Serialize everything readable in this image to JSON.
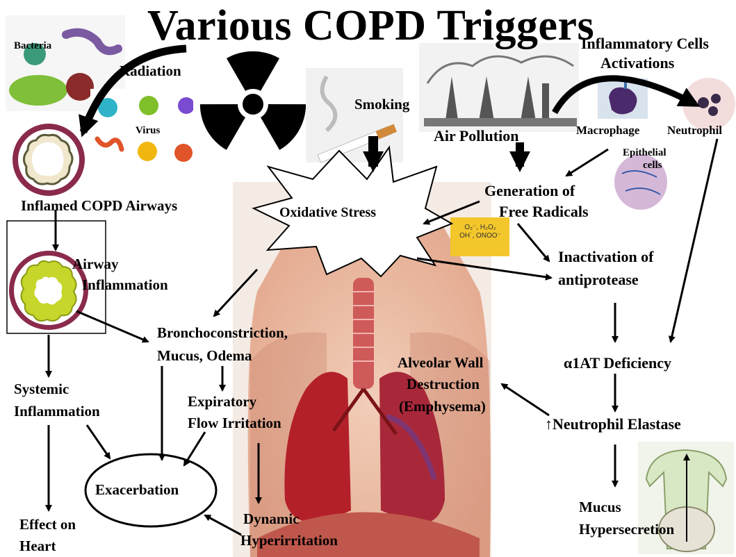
{
  "title": "Various COPD  Triggers",
  "triggers": {
    "bacteria": "Bacteria",
    "radiation": "Radiation",
    "virus": "Virus",
    "smoking": "Smoking",
    "air_pollution": "Air Pollution"
  },
  "cells": {
    "heading_line1": "Inflammatory Cells",
    "heading_line2": "Activations",
    "macrophage": "Macrophage",
    "neutrophil": "Neutrophil",
    "epithelial_line1": "Epithelial",
    "epithelial_line2": "cells"
  },
  "nodes": {
    "inflamed_airways": "Inflamed COPD Airways",
    "airway_inflammation_line1": "Airway",
    "airway_inflammation_line2": "Inflammation",
    "oxidative_stress": "Oxidative Stress",
    "free_radicals_line1": "Generation of",
    "free_radicals_line2": "Free Radicals",
    "radicals_formula_line1": "O₂⁻, H₂O₂",
    "radicals_formula_line2": "OH˙, ONOO⁻",
    "antiprotease_line1": "Inactivation of",
    "antiprotease_line2": "antiprotease",
    "bronchoconstriction_line1": "Bronchoconstriction,",
    "bronchoconstriction_line2": "Mucus, Odema",
    "expiratory_line1": "Expiratory",
    "expiratory_line2": "Flow Irritation",
    "systemic_line1": "Systemic",
    "systemic_line2": "Inflammation",
    "alveolar_line1": "Alveolar Wall",
    "alveolar_line2": "Destruction",
    "alveolar_line3": "(Emphysema)",
    "a1at": "α1AT Deficiency",
    "elastase": "↑Neutrophil Elastase",
    "exacerbation": "Exacerbation",
    "dynamic_line1": "Dynamic",
    "dynamic_line2": "Hyperirritation",
    "heart_line1": "Effect on",
    "heart_line2": "Heart",
    "mucus_line1": "Mucus",
    "mucus_line2": "Hypersecretion"
  },
  "colors": {
    "arrow": "#000000",
    "lung": "#b4202a",
    "skin": "#e7b49c",
    "airway_ring": "#8a2a4c",
    "inflammation": "#c6d62a",
    "radical_bg": "#f3c62c"
  }
}
